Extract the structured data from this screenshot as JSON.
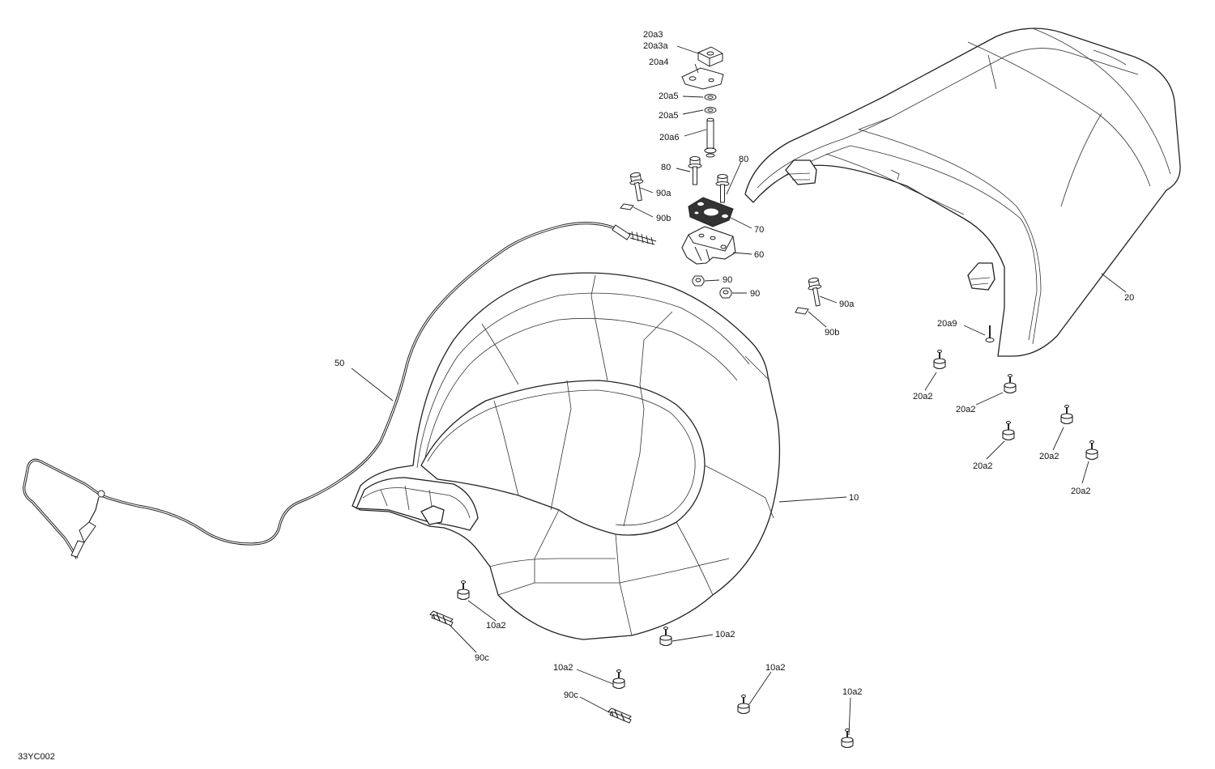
{
  "diagram_code": "33YC002",
  "callouts": {
    "c20a3": "20a3",
    "c20a3a": "20a3a",
    "c20a4": "20a4",
    "c20a5_1": "20a5",
    "c20a5_2": "20a5",
    "c20a6": "20a6",
    "c80_1": "80",
    "c80_2": "80",
    "c90a_1": "90a",
    "c90b_1": "90b",
    "c70": "70",
    "c60": "60",
    "c90_1": "90",
    "c90_2": "90",
    "c90a_2": "90a",
    "c90b_2": "90b",
    "c20": "20",
    "c20a9": "20a9",
    "c20a2_1": "20a2",
    "c20a2_2": "20a2",
    "c20a2_3": "20a2",
    "c20a2_4": "20a2",
    "c20a2_5": "20a2",
    "c50": "50",
    "c10": "10",
    "c10a2_1": "10a2",
    "c10a2_2": "10a2",
    "c10a2_3": "10a2",
    "c10a2_4": "10a2",
    "c10a2_5": "10a2",
    "c90c_1": "90c",
    "c90c_2": "90c"
  }
}
